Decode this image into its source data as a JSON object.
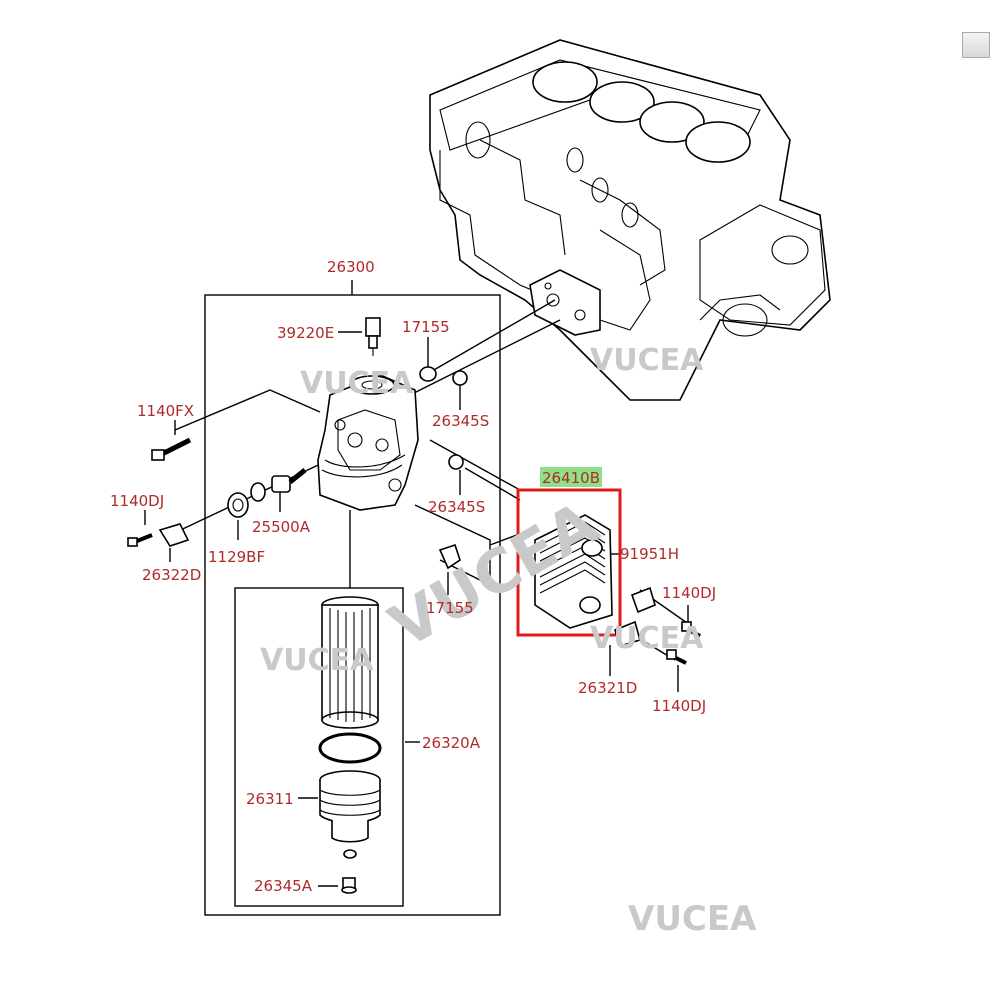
{
  "watermarks": [
    "VUCEA",
    "VUCEA",
    "VUCEA",
    "VUCEA",
    "VUCEA",
    "VUCEA"
  ],
  "labels": {
    "l26300": "26300",
    "l39220E": "39220E",
    "l17155a": "17155",
    "l1140FX": "1140FX",
    "l26345Sa": "26345S",
    "l26345Sb": "26345S",
    "l1140DJa": "1140DJ",
    "l25500A": "25500A",
    "l1129BF": "1129BF",
    "l26322D": "26322D",
    "l17155b": "17155",
    "l26410B": "26410B",
    "l91951H": "91951H",
    "l1140DJb": "1140DJ",
    "l26321D": "26321D",
    "l1140DJc": "1140DJ",
    "l26320A": "26320A",
    "l26311": "26311",
    "l26345A": "26345A"
  },
  "colors": {
    "label": "#b02a2a",
    "highlight_box": "#e01b1b",
    "highlight_tag": "#8fe08a",
    "watermark": "#c9c9c9"
  }
}
